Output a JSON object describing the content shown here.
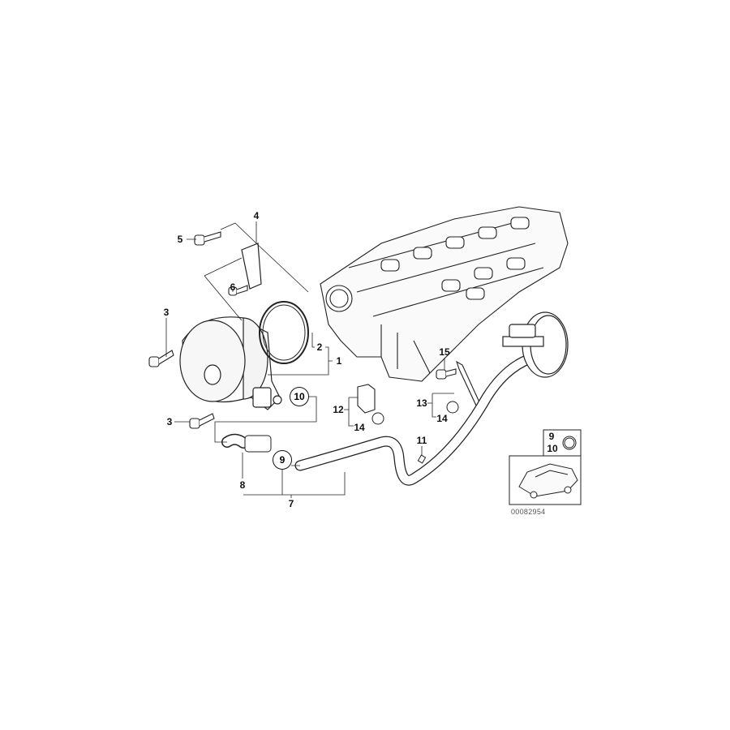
{
  "callouts": {
    "c1": "1",
    "c2": "2",
    "c3a": "3",
    "c3b": "3",
    "c4": "4",
    "c5": "5",
    "c6": "6",
    "c7": "7",
    "c8": "8",
    "c9": "9",
    "c10": "10",
    "c11": "11",
    "c12": "12",
    "c13": "13",
    "c14a": "14",
    "c14b": "14",
    "c15": "15"
  },
  "inset": {
    "c9": "9",
    "c10": "10"
  },
  "diagram_number": "00082954",
  "colors": {
    "line": "#111111",
    "background": "#ffffff"
  }
}
